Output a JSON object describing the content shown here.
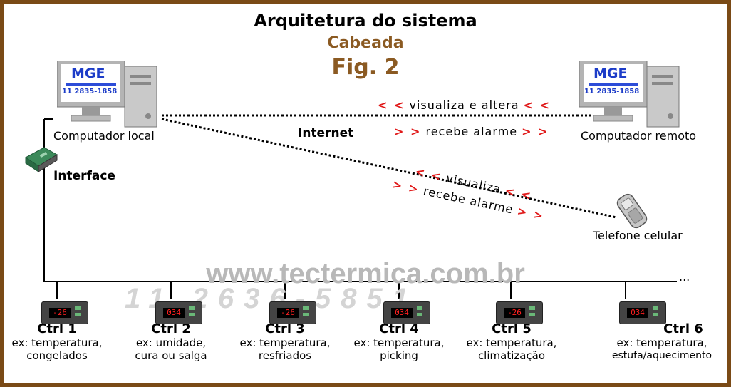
{
  "header": {
    "title": "Arquitetura do sistema",
    "subtitle": "Cabeada",
    "figure": "Fig. 2"
  },
  "computers": {
    "screen_brand": "MGE",
    "screen_phone": "11 2835-1858",
    "local_label": "Computador local",
    "remote_label": "Computador remoto"
  },
  "network": {
    "internet_label": "Internet",
    "interface_label": "Interface",
    "phone_label": "Telefone celular",
    "ellipsis": "..."
  },
  "messages": {
    "remote_top_text": "visualiza e altera",
    "remote_top_arrows_left": "< <",
    "remote_top_arrows_right": "< <",
    "remote_bottom_text": "recebe alarme",
    "remote_bottom_arrows_left": "> >",
    "remote_bottom_arrows_right": "> >",
    "phone_top_text": "visualiza",
    "phone_top_arrows_left": "< <",
    "phone_top_arrows_right": "< <",
    "phone_bottom_text": "recebe alarme",
    "phone_bottom_arrows_left": "> >",
    "phone_bottom_arrows_right": "> >"
  },
  "watermark": {
    "site": "www.tectermica.com.br",
    "phone": "11 2636-5851"
  },
  "controllers": [
    {
      "name": "Ctrl 1",
      "line1": "ex: temperatura,",
      "line2": "congelados",
      "display": "-26"
    },
    {
      "name": "Ctrl 2",
      "line1": "ex: umidade,",
      "line2": "cura ou salga",
      "display": "034"
    },
    {
      "name": "Ctrl 3",
      "line1": "ex: temperatura,",
      "line2": "resfriados",
      "display": "-26"
    },
    {
      "name": "Ctrl 4",
      "line1": "ex: temperatura,",
      "line2": "picking",
      "display": "034"
    },
    {
      "name": "Ctrl 5",
      "line1": "ex: temperatura,",
      "line2": "climatização",
      "display": "-26"
    },
    {
      "name": "Ctrl 6",
      "line1": "ex: temperatura,",
      "line2": "estufa/aquecimento",
      "display": "034"
    }
  ],
  "colors": {
    "border": "#7a4a16",
    "accent_brown": "#8b5a22",
    "arrow_red": "#e01818",
    "display_red": "#ff2020"
  }
}
